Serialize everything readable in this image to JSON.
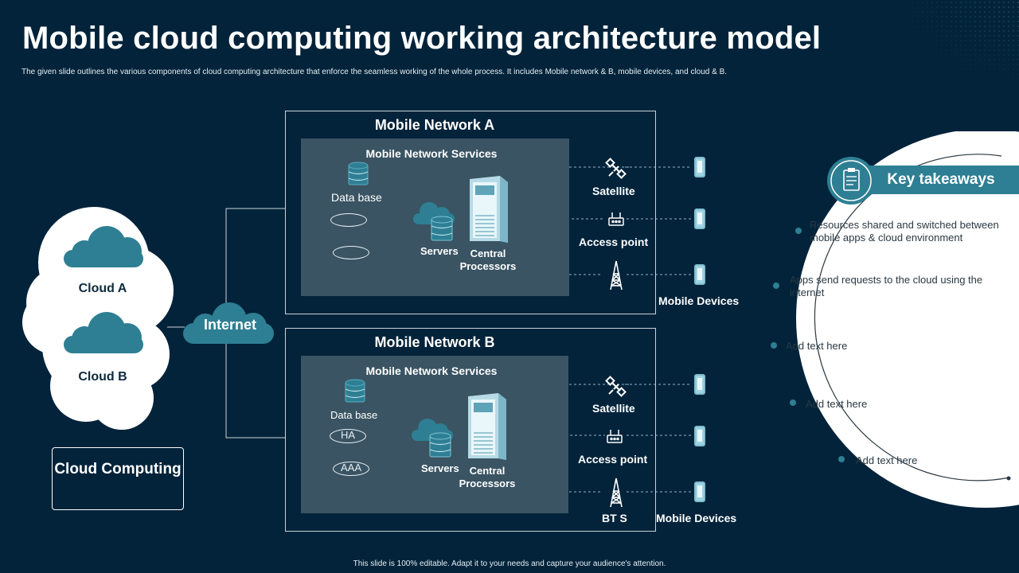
{
  "header": {
    "title": "Mobile cloud computing working architecture model",
    "subtitle": "The given slide outlines the various components of cloud computing architecture that enforce the seamless working of the whole process. It includes Mobile network & B, mobile devices, and cloud & B."
  },
  "left": {
    "cloud_a": "Cloud A",
    "cloud_b": "Cloud B",
    "internet": "Internet",
    "cloud_computing": "Cloud Computing"
  },
  "network_a": {
    "title": "Mobile Network A",
    "services_title": "Mobile Network Services",
    "database": "Data base",
    "servers": "Servers",
    "central_processors": "Central Processors",
    "satellite": "Satellite",
    "access_point": "Access point",
    "mobile_devices": "Mobile Devices"
  },
  "network_b": {
    "title": "Mobile Network B",
    "services_title": "Mobile Network Services",
    "database": "Data base",
    "ha": "HA",
    "aaa": "AAA",
    "servers": "Servers",
    "central_processors": "Central Processors",
    "satellite": "Satellite",
    "access_point": "Access point",
    "bts": "BT S",
    "mobile_devices": "Mobile Devices"
  },
  "key_takeaways": {
    "title": "Key takeaways",
    "items": [
      "Resources shared and switched between mobile apps & cloud environment",
      "Apps send requests to the cloud using the internet",
      "Add text here",
      "Add text here",
      "Add text here"
    ]
  },
  "footer": {
    "text": "This slide is 100% editable. Adapt it to your needs and capture your audience's attention."
  },
  "colors": {
    "background": "#02233a",
    "teal": "#2e7f93",
    "panel": "#3a5463",
    "cloud_white": "#ffffff"
  }
}
